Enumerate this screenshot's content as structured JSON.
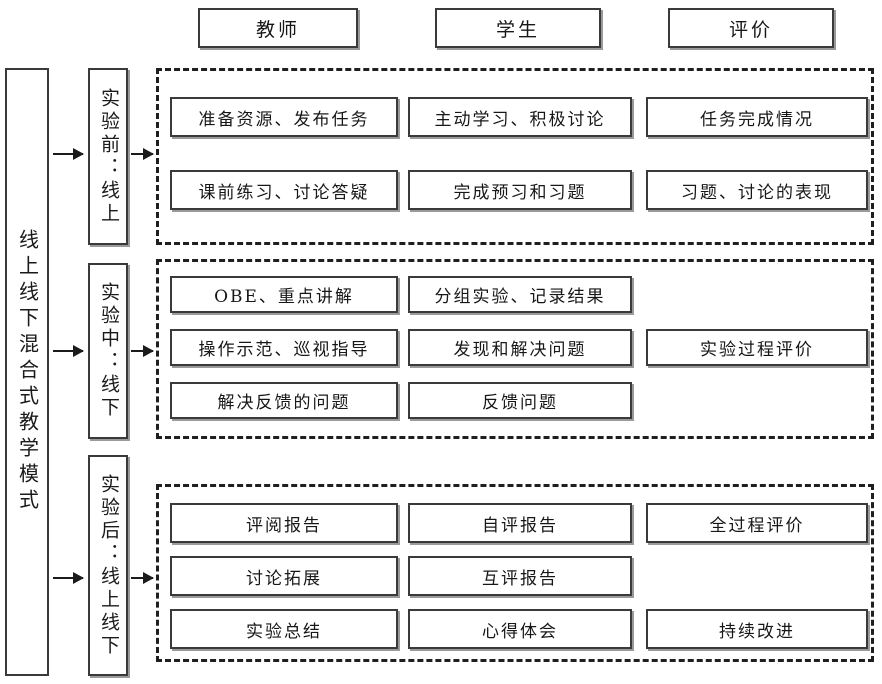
{
  "diagram": {
    "master_label": "线上线下混合式教学模式",
    "columns": [
      {
        "id": "teacher",
        "label": "教师"
      },
      {
        "id": "student",
        "label": "学生"
      },
      {
        "id": "evaluation",
        "label": "评价"
      }
    ],
    "stages": [
      {
        "id": "pre-experiment",
        "label": "实验前：线上",
        "rows": [
          {
            "teacher": "准备资源、发布任务",
            "student": "主动学习、积极讨论",
            "evaluation": "任务完成情况"
          },
          {
            "teacher": "课前练习、讨论答疑",
            "student": "完成预习和习题",
            "evaluation": "习题、讨论的表现"
          }
        ]
      },
      {
        "id": "during-experiment",
        "label": "实验中：线下",
        "rows": [
          {
            "teacher": "OBE、重点讲解",
            "student": "分组实验、记录结果",
            "evaluation": ""
          },
          {
            "teacher": "操作示范、巡视指导",
            "student": "发现和解决问题",
            "evaluation": "实验过程评价"
          },
          {
            "teacher": "解决反馈的问题",
            "student": "反馈问题",
            "evaluation": ""
          }
        ]
      },
      {
        "id": "post-experiment",
        "label": "实验后：线上线下",
        "rows": [
          {
            "teacher": "评阅报告",
            "student": "自评报告",
            "evaluation": "全过程评价"
          },
          {
            "teacher": "讨论拓展",
            "student": "互评报告",
            "evaluation": ""
          },
          {
            "teacher": "实验总结",
            "student": "心得体会",
            "evaluation": "持续改进"
          }
        ]
      }
    ],
    "arrows": [
      {
        "id": "master-to-stage-1"
      },
      {
        "id": "stage-1-to-content"
      },
      {
        "id": "master-to-stage-2"
      },
      {
        "id": "stage-2-to-content"
      },
      {
        "id": "master-to-stage-3"
      },
      {
        "id": "stage-3-to-content"
      }
    ],
    "colors": {
      "line": "#3a3a3a",
      "shadow": "#9a9a9a",
      "background": "#ffffff",
      "text": "#171717"
    }
  }
}
